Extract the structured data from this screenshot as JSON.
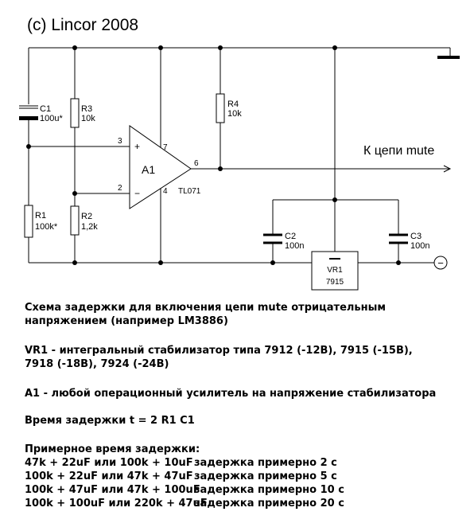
{
  "copyright": "(c) Lincor 2008",
  "output_label": "К цепи mute",
  "opamp": {
    "name": "A1",
    "part": "TL071",
    "pin_plus": "3",
    "pin_minus": "2",
    "pin_out": "6",
    "pin_vplus": "7",
    "pin_vminus": "4",
    "plus_sign": "+",
    "minus_sign": "−"
  },
  "components": {
    "c1": {
      "name": "C1",
      "value": "100u*"
    },
    "r3": {
      "name": "R3",
      "value": "10k"
    },
    "r4": {
      "name": "R4",
      "value": "10k"
    },
    "r1": {
      "name": "R1",
      "value": "100k*"
    },
    "r2": {
      "name": "R2",
      "value": "1,2k"
    },
    "c2": {
      "name": "C2",
      "value": "100n"
    },
    "c3": {
      "name": "C3",
      "value": "100n"
    },
    "vr1": {
      "name": "VR1",
      "part": "7915"
    }
  },
  "terminal_symbol": "−",
  "description": {
    "line1": "Схема задержки для включения цепи mute отрицательным",
    "line2": "напряжением (например LM3886)",
    "line3": "VR1 - интегральный стабилизатор типа 7912 (-12В), 7915 (-15В),",
    "line4": "7918 (-18В), 7924 (-24В)",
    "line5": "A1 - любой операционный усилитель на напряжение стабилизатора",
    "line6": "Время задержки t = 2 R1 C1",
    "line7": "Примерное время задержки:"
  },
  "delay_table": [
    {
      "combo": "47k + 22uF или 100k + 10uF",
      "delay": "задержка примерно 2 с"
    },
    {
      "combo": "100k + 22uF или 47k + 47uF",
      "delay": "задержка примерно 5 с"
    },
    {
      "combo": "100k + 47uF или 47k + 100uF",
      "delay": "задержка примерно 10 с"
    },
    {
      "combo": "100k + 100uF или 220k + 47uF",
      "delay": "задержка примерно 20 с"
    }
  ]
}
